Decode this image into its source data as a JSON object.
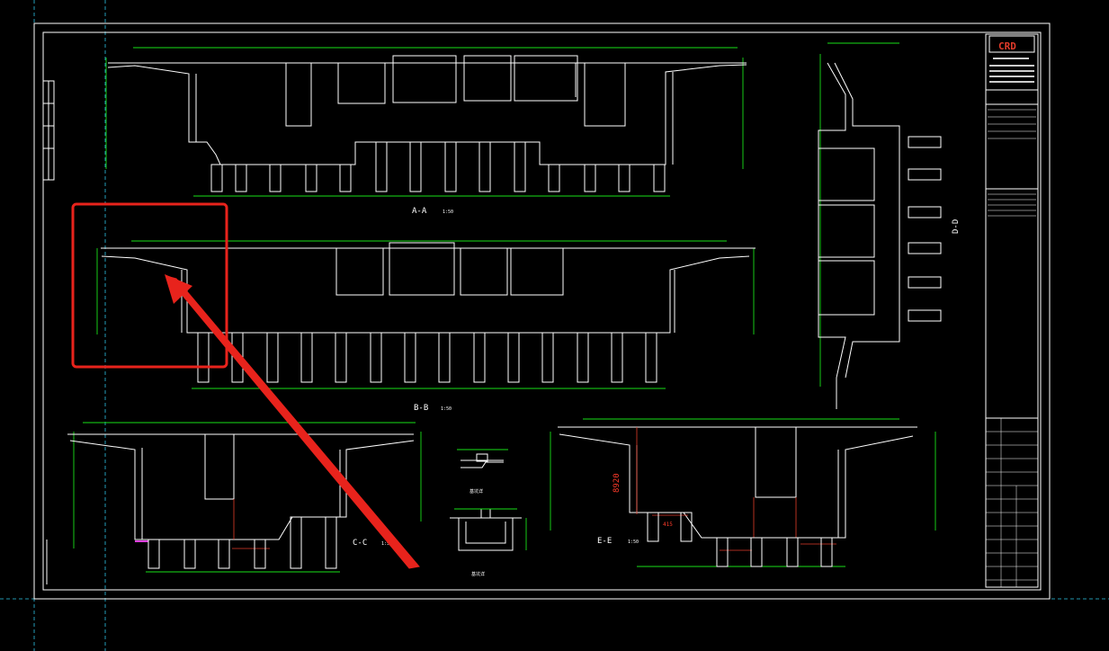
{
  "sections": {
    "aa": "A-A",
    "bb": "B-B",
    "cc": "C-C",
    "ee": "E-E",
    "dd": "D-D",
    "scale": "1:50",
    "detail1": "基坑详",
    "detail2": "基坑详"
  },
  "dimensions": {
    "ee_height": "8920",
    "ee_small": "415"
  },
  "title_block": {
    "logo": "CRD"
  },
  "colors": {
    "background": "#000000",
    "linework": "#ffffff",
    "dimension": "#19e019",
    "annotation": "#e23b2a",
    "guide": "#2ec4e6"
  }
}
